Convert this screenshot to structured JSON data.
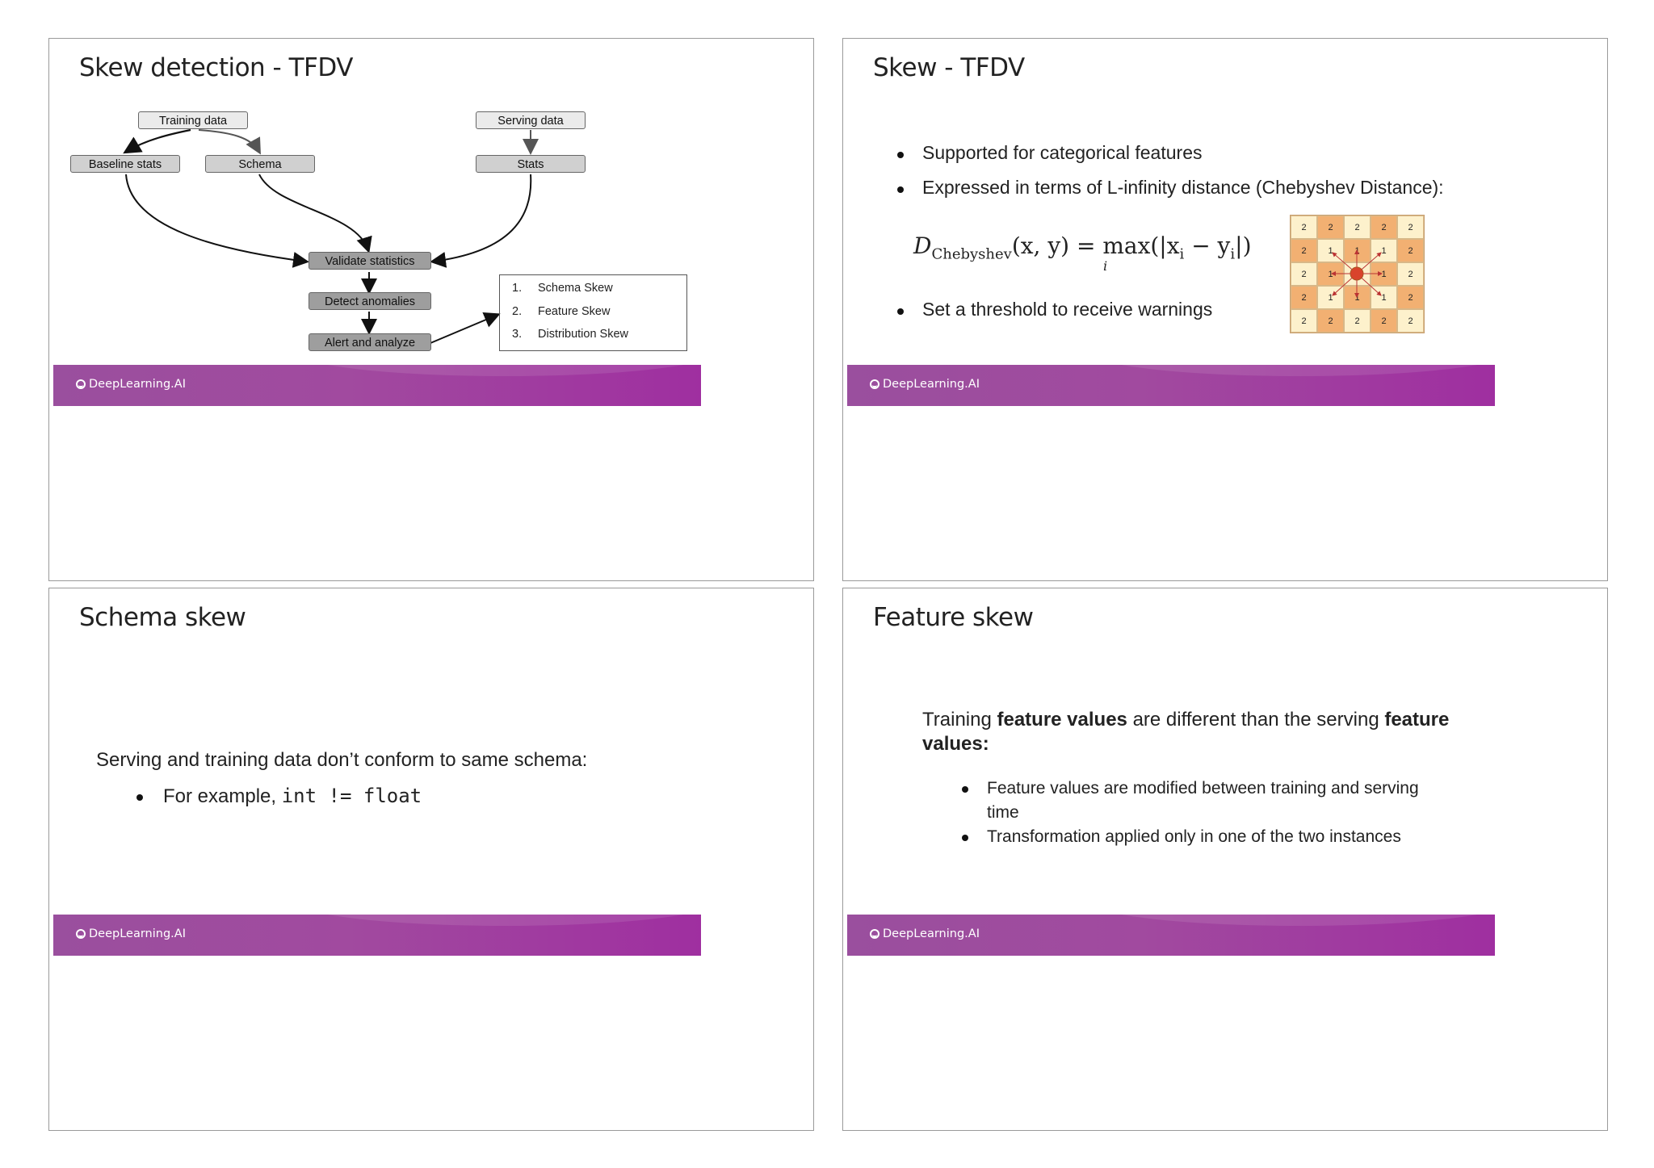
{
  "slides": {
    "s1": {
      "title": "Skew detection - TFDV",
      "nodes": {
        "training": "Training data",
        "serving": "Serving data",
        "baseline": "Baseline stats",
        "schema": "Schema",
        "stats": "Stats",
        "validate": "Validate statistics",
        "detect": "Detect anomalies",
        "alert": "Alert and analyze"
      },
      "list": [
        {
          "num": "1.",
          "text": "Schema Skew"
        },
        {
          "num": "2.",
          "text": "Feature Skew"
        },
        {
          "num": "3.",
          "text": "Distribution Skew"
        }
      ],
      "footer": "DeepLearning.AI"
    },
    "s2": {
      "title": "Skew - TFDV",
      "bullets": [
        "Supported for categorical features",
        "Expressed in terms of L-infinity distance (Chebyshev Distance):",
        "Set a threshold to receive warnings"
      ],
      "formula": {
        "d": "D",
        "sub": "Chebyshev",
        "args": "(x, y) = max(|x",
        "i1": "i",
        "minus": " − y",
        "i2": "i",
        "close": "|)",
        "under": "i"
      },
      "grid": [
        [
          "2",
          "2",
          "2",
          "2",
          "2"
        ],
        [
          "2",
          "1",
          "1",
          "1",
          "2"
        ],
        [
          "2",
          "1",
          "",
          "1",
          "2"
        ],
        [
          "2",
          "1",
          "1",
          "1",
          "2"
        ],
        [
          "2",
          "2",
          "2",
          "2",
          "2"
        ]
      ],
      "grid_colors": {
        "orange": "#f2b072",
        "cream": "#fdf1cc",
        "center": "#d9432c"
      },
      "footer": "DeepLearning.AI"
    },
    "s3": {
      "title": "Schema skew",
      "text": "Serving and training data don’t conform to same schema:",
      "bullet_prefix": "For example, ",
      "bullet_code": "int != float",
      "footer": "DeepLearning.AI"
    },
    "s4": {
      "title": "Feature skew",
      "line_a": "Training ",
      "line_b": "feature values",
      "line_c": " are different than the serving ",
      "line_d": "feature",
      "line_e": "values:",
      "bullets": [
        "Feature values are modified between training and serving time",
        "Transformation applied only in one of the two instances"
      ],
      "footer": "DeepLearning.AI"
    }
  },
  "colors": {
    "footer_start": "#9a4f9e",
    "footer_end": "#9f2fa0"
  }
}
